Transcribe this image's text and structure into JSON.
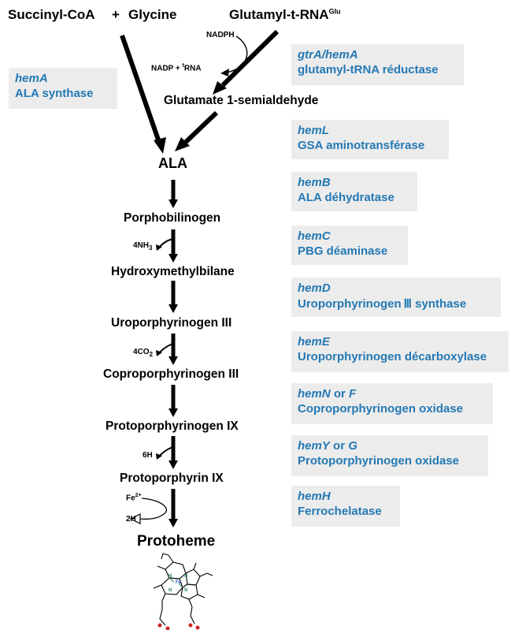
{
  "substrates": {
    "succinyl_coa": "Succinyl-CoA",
    "plus": "+",
    "glycine": "Glycine",
    "glutamyl_trna": "Glutamyl-t-RNA",
    "glutamyl_trna_sup": "Glu"
  },
  "cofactors": {
    "nadph": "NADPH",
    "nadp_trna": "NADP + ",
    "nadp_trna_sup": "t",
    "nadp_trna_tail": "RNA",
    "nh3": "4NH",
    "nh3_sub": "3",
    "co2": "4CO",
    "co2_sub": "2",
    "h6": "6H",
    "fe": "Fe",
    "fe_sup": "2+",
    "h2": "2H"
  },
  "intermediates": {
    "gsa": "Glutamate 1-semialdehyde",
    "ala": "ALA",
    "pbg": "Porphobilinogen",
    "hmb": "Hydroxymethylbilane",
    "uro": "Uroporphyrinogen III",
    "copro": "Coproporphyrinogen III",
    "proto_gen": "Protoporphyrinogen IX",
    "proto_phyrin": "Protoporphyrin IX",
    "protoheme": "Protoheme"
  },
  "enzymes": [
    {
      "gene": "hemA",
      "name": "ALA synthase"
    },
    {
      "gene": "gtrA/hemA",
      "name": "glutamyl-tRNA réductase"
    },
    {
      "gene": "hemL",
      "name": "GSA aminotransférase"
    },
    {
      "gene": "hemB",
      "name": "ALA déhydratase"
    },
    {
      "gene": "hemC",
      "name": "PBG déaminase"
    },
    {
      "gene": "hemD",
      "name": "Uroporphyrinogen Ⅲ synthase"
    },
    {
      "gene": "hemE",
      "name": "Uroporphyrinogen décarboxylase"
    },
    {
      "gene": "hemN",
      "gene_or": " or ",
      "gene2": "F",
      "name": "Coproporphyrinogen oxidase"
    },
    {
      "gene": "hemY",
      "gene_or": " or ",
      "gene2": "G",
      "name": "Protoporphyrinogen oxidase"
    },
    {
      "gene": "hemH",
      "name": "Ferrochelatase"
    }
  ],
  "structure_atoms": {
    "fe": "Fe",
    "n": "N"
  },
  "colors": {
    "gene_text": "#2479b4",
    "box_bg": "#ececec",
    "heme_n": "#2e8b57",
    "heme_fe": "#2e64c8",
    "heme_o": "#cc2222"
  }
}
